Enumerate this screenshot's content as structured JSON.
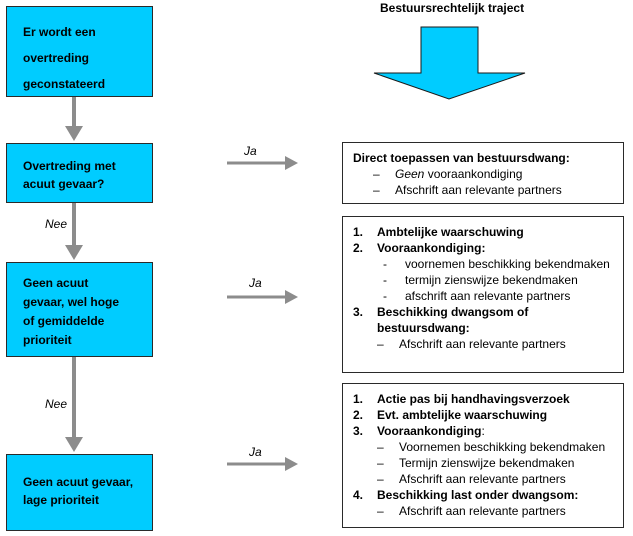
{
  "header": {
    "title": "Bestuursrechtelijk traject"
  },
  "left_boxes": {
    "box1": [
      "Er wordt een",
      "overtreding",
      "geconstateerd"
    ],
    "box2": [
      "Overtreding met",
      "acuut gevaar?"
    ],
    "box3": [
      "Geen acuut",
      "gevaar, wel hoge",
      "of gemiddelde",
      "prioriteit"
    ],
    "box4": [
      "Geen acuut gevaar,",
      "lage prioriteit"
    ]
  },
  "labels": {
    "ja": "Ja",
    "nee": "Nee"
  },
  "right_boxes": {
    "box1": {
      "heading": "Direct toepassen van bestuursdwang:",
      "items": [
        {
          "dash": "–",
          "em": "Geen",
          "text": " vooraankondiging"
        },
        {
          "dash": "–",
          "text": "Afschrift aan relevante partners"
        }
      ]
    },
    "box2": {
      "items": [
        {
          "num": "1.",
          "text": "Ambtelijke waarschuwing"
        },
        {
          "num": "2.",
          "text": "Vooraankondiging:"
        },
        {
          "sub": "-",
          "text": "voornemen beschikking bekendmaken"
        },
        {
          "sub": "-",
          "text": "termijn zienswijze bekendmaken"
        },
        {
          "sub": "-",
          "text": "afschrift aan relevante partners"
        },
        {
          "num": "3.",
          "text": "Beschikking dwangsom of"
        },
        {
          "text": "bestuursdwang:"
        },
        {
          "dash": "–",
          "text": "Afschrift aan relevante partners"
        }
      ]
    },
    "box3": {
      "items": [
        {
          "num": "1.",
          "text": "Actie pas bij handhavingsverzoek"
        },
        {
          "num": "2.",
          "text": "Evt. ambtelijke waarschuwing"
        },
        {
          "num": "3.",
          "text": "Vooraankondiging",
          "suffix": ":"
        },
        {
          "dash": "–",
          "text": "Voornemen beschikking bekendmaken"
        },
        {
          "dash": "–",
          "text": "Termijn zienswijze bekendmaken"
        },
        {
          "dash": "–",
          "text": "Afschrift aan relevante partners"
        },
        {
          "num": "4.",
          "text": "Beschikking last onder dwangsom:"
        },
        {
          "dash": "–",
          "text": "Afschrift aan relevante partners"
        }
      ]
    }
  },
  "colors": {
    "box_fill": "#00ccff",
    "arrow_gray": "#8c8c8c",
    "arrow_blue": "#00ccff"
  }
}
